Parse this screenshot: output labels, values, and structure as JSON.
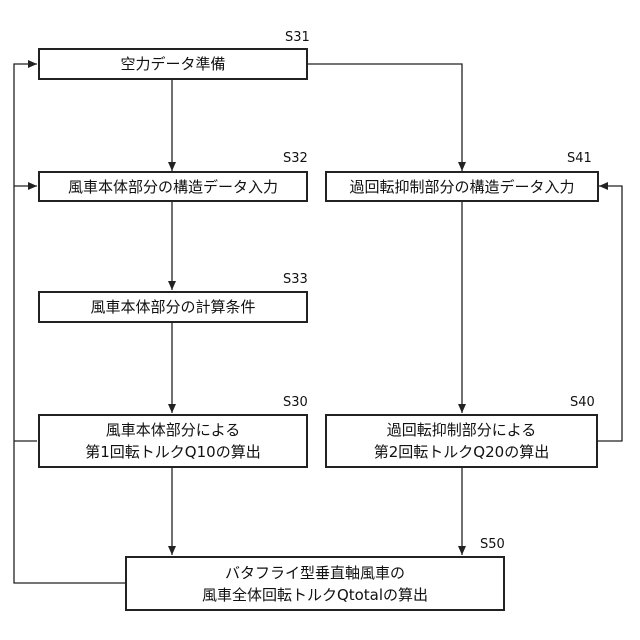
{
  "steps": [
    {
      "id": "S31",
      "lines": [
        "空力データ準備"
      ]
    },
    {
      "id": "S32",
      "lines": [
        "風車本体部分の構造データ入力"
      ]
    },
    {
      "id": "S33",
      "lines": [
        "風車本体部分の計算条件"
      ]
    },
    {
      "id": "S30",
      "lines": [
        "風車本体部分による",
        "第1回転トルクQ10の算出"
      ]
    },
    {
      "id": "S41",
      "lines": [
        "過回転抑制部分の構造データ入力"
      ]
    },
    {
      "id": "S40",
      "lines": [
        "過回転抑制部分による",
        "第2回転トルクQ20の算出"
      ]
    },
    {
      "id": "S50",
      "lines": [
        "バタフライ型垂直軸風車の",
        "風車全体回転トルクQtotalの算出"
      ]
    }
  ]
}
